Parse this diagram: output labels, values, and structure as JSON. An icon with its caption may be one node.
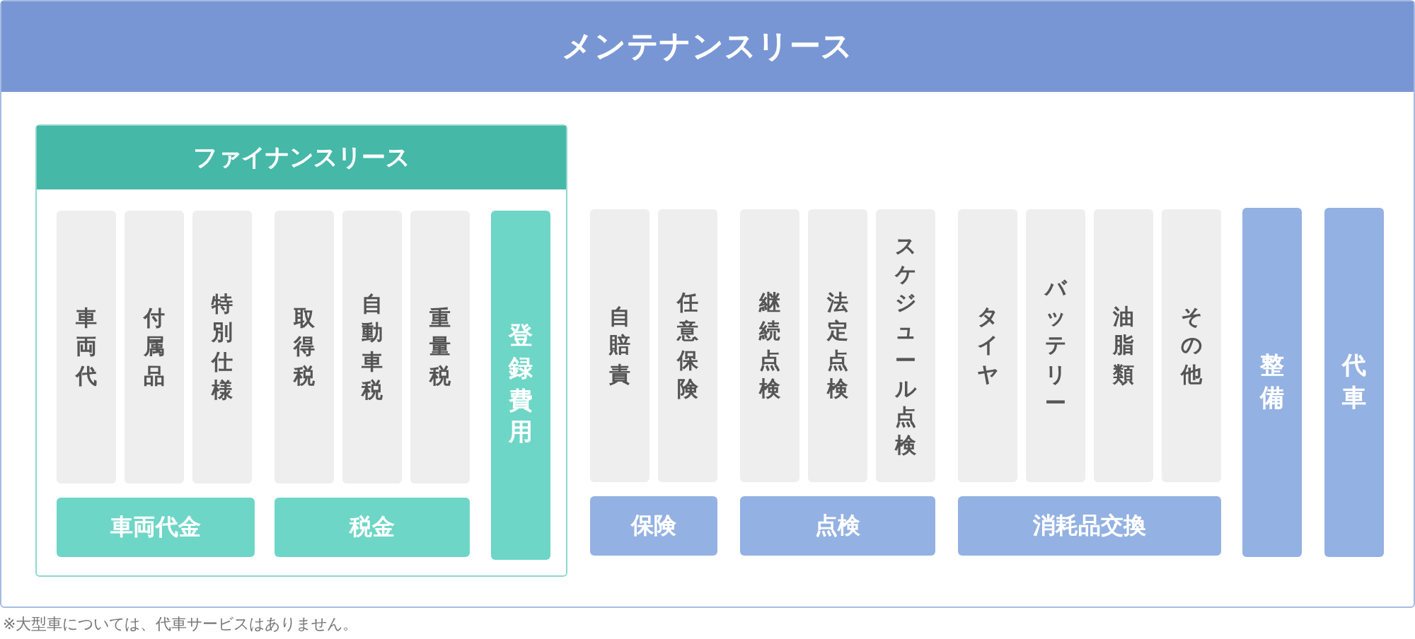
{
  "diagram": {
    "nodes": [
      {
        "text": [
          "メンテナンスリース"
        ]
      },
      {
        "text": [
          "ファイナンスリース"
        ],
        "in": 0
      },
      {
        "text": [
          "車両代"
        ],
        "in": 1
      },
      {
        "text": [
          "付属品"
        ],
        "in": 1
      },
      {
        "text": [
          "特別仕様"
        ],
        "in": 1
      },
      {
        "text": [
          "取得税"
        ],
        "in": 1
      },
      {
        "text": [
          "自動車税"
        ],
        "in": 1
      },
      {
        "text": [
          "重量税"
        ],
        "in": 1
      },
      {
        "text": [
          "登録費用"
        ],
        "in": 1
      },
      {
        "text": [
          "車両代金"
        ],
        "in": 1
      },
      {
        "text": [
          "税金"
        ],
        "in": 1
      },
      {
        "text": [
          "自賠責"
        ],
        "in": 0
      },
      {
        "text": [
          "任意保険"
        ],
        "in": 0
      },
      {
        "text": [
          "継続点検"
        ],
        "in": 0
      },
      {
        "text": [
          "法定点検"
        ],
        "in": 0
      },
      {
        "text": [
          "スケジュール点検"
        ],
        "in": 0
      },
      {
        "text": [
          "タイヤ"
        ],
        "in": 0
      },
      {
        "text": [
          "バッテリー"
        ],
        "in": 0
      },
      {
        "text": [
          "油脂類"
        ],
        "in": 0
      },
      {
        "text": [
          "その他"
        ],
        "in": 0
      },
      {
        "text": [
          "保険"
        ],
        "in": 0
      },
      {
        "text": [
          "点検"
        ],
        "in": 0
      },
      {
        "text": [
          "消耗品交換"
        ],
        "in": 0
      },
      {
        "text": [
          "整備"
        ],
        "in": 0
      },
      {
        "text": [
          "代車"
        ],
        "in": 0
      }
    ],
    "labels": [
      "※大型車については、代車サービスはありません。"
    ]
  }
}
